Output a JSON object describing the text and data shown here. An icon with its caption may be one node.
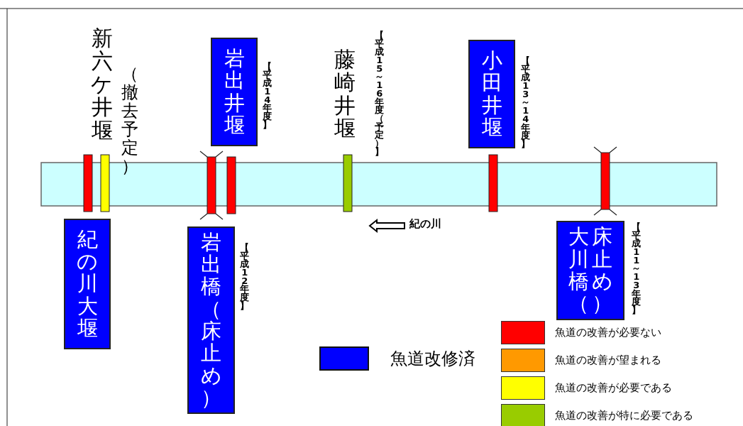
{
  "diagram": {
    "nodes": [
      {
        "text": [
          "紀の川大堰"
        ]
      },
      {
        "text": [
          "岩出井堰"
        ],
        "beside": [
          "【平成14年度】"
        ]
      },
      {
        "text": [
          "岩出橋（床止め）"
        ],
        "beside": [
          "【平成12年度】"
        ]
      },
      {
        "text": [
          "小田井堰"
        ],
        "beside": [
          "【平成13～14年度】"
        ]
      },
      {
        "text": [
          "大川橋（床止め）"
        ],
        "beside": [
          "【平成11～13年度】"
        ]
      }
    ],
    "labels": [
      "新六ケ井堰",
      "（撤去予定）",
      "藤崎井堰",
      "【平成15～16年度（予定）】",
      "紀の川"
    ],
    "legend": [
      {
        "text": "魚道改修済",
        "color": "#0000ff"
      },
      {
        "text": "魚道の改善が必要ない",
        "color": "#ff0000"
      },
      {
        "text": "魚道の改善が望まれる",
        "color": "#ff9900"
      },
      {
        "text": "魚道の改善が必要である",
        "color": "#ffff00"
      },
      {
        "text": "魚道の改善が特に必要である",
        "color": "#99cc00"
      }
    ]
  }
}
